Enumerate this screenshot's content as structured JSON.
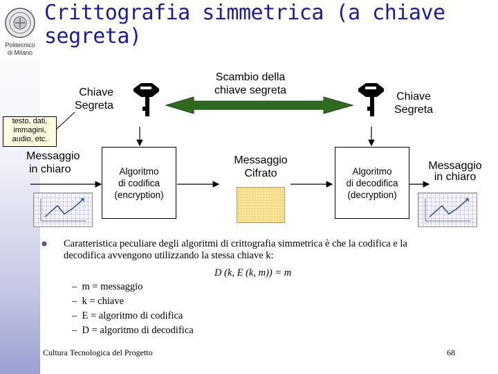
{
  "logo": {
    "line1": "Politecnico",
    "line2": "di Milano"
  },
  "title": {
    "line1": "Crittografia simmetrica (a chiave",
    "line2": "segreta)"
  },
  "diagram": {
    "key_left_label": {
      "line1": "Chiave",
      "line2": "Segreta"
    },
    "key_right_label": {
      "line1": "Chiave",
      "line2": "Segreta"
    },
    "exchange_label": {
      "line1": "Scambio della",
      "line2": "chiave segreta"
    },
    "callout": {
      "line1": "testo, dati,",
      "line2": "immagini,",
      "line3": "audio, etc."
    },
    "plain_in": {
      "line1": "Messaggio",
      "line2": "in chiaro"
    },
    "encrypt_box": {
      "line1": "Algoritmo",
      "line2": "di codifica",
      "line3": "(encryption)"
    },
    "cipher_label": {
      "line1": "Messaggio",
      "line2": "Cifrato"
    },
    "decrypt_box": {
      "line1": "Algoritmo",
      "line2": "di decodifica",
      "line3": "(decryption)"
    },
    "plain_out": {
      "line1": "Messaggio",
      "line2": "in chiaro"
    }
  },
  "content": {
    "bullet_line1": "Caratteristica peculiare degli algoritmi di crittografia simmetrica è che la codifica e la",
    "bullet_line2": "decodifica avvengono utilizzando la stessa chiave k:",
    "formula": "D (k, E (k, m)) = m",
    "subitems": [
      "m = messaggio",
      "k = chiave",
      "E = algoritmo di codifica",
      "D = algoritmo di decodifica"
    ],
    "sub_dash": "–"
  },
  "footer": {
    "left": "Cultura Tecnologica del Progetto",
    "page": "68"
  },
  "colors": {
    "title": "#1c1c9a",
    "exchange_arrow": "#2e6b1f",
    "cipher_fill": "#fbe59a",
    "callout_fill": "#fffde0"
  }
}
